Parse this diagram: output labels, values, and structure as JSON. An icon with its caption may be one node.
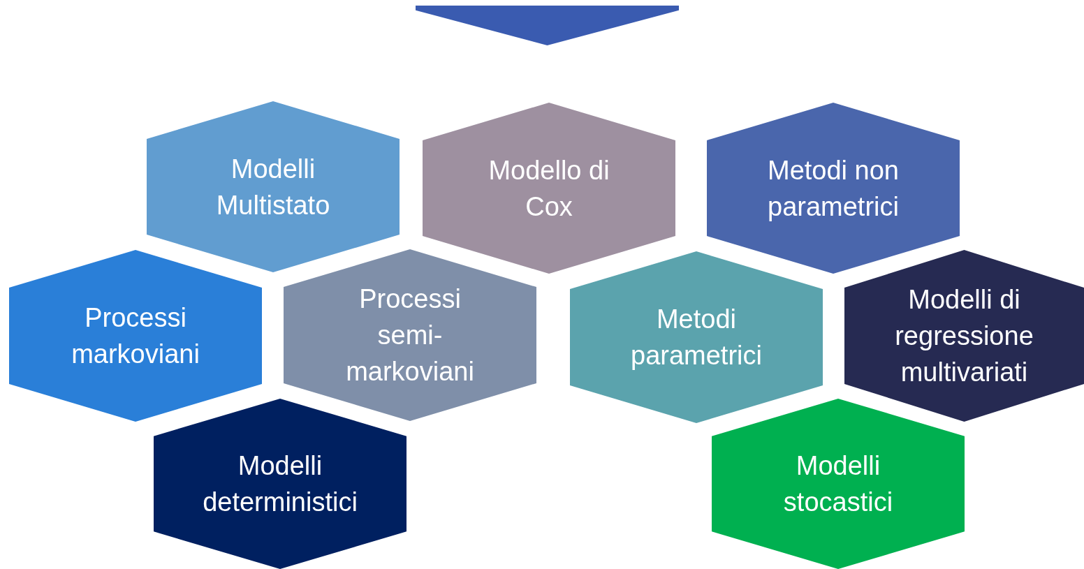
{
  "diagram": {
    "nodes": [
      {
        "text": [],
        "shape": "chevron"
      },
      {
        "text": [
          "Modelli Multistato"
        ]
      },
      {
        "text": [
          "Modello di Cox"
        ]
      },
      {
        "text": [
          "Metodi non parametrici"
        ]
      },
      {
        "text": [
          "Processi markoviani"
        ]
      },
      {
        "text": [
          "Processi semi-markoviani"
        ]
      },
      {
        "text": [
          "Metodi parametrici"
        ]
      },
      {
        "text": [
          "Modelli di regressione multivariati"
        ]
      },
      {
        "text": [
          "Modelli deterministici"
        ]
      },
      {
        "text": [
          "Modelli stocastici"
        ]
      }
    ],
    "edges": []
  }
}
